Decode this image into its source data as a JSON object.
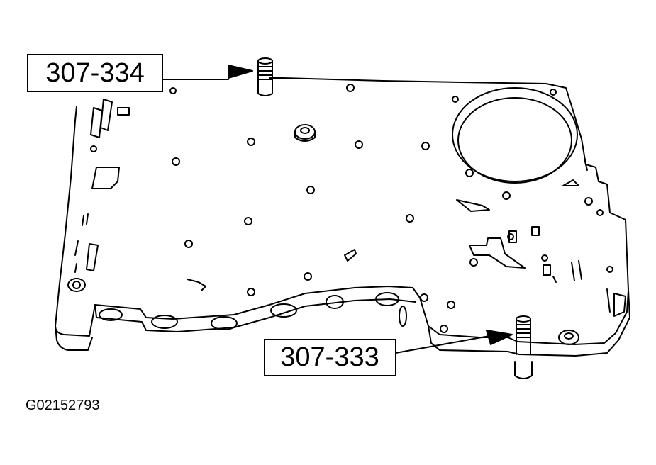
{
  "callouts": {
    "top_tool": "307-334",
    "bottom_tool": "307-333"
  },
  "figure_id": "G02152793",
  "colors": {
    "line": "#000000",
    "background": "#ffffff"
  }
}
